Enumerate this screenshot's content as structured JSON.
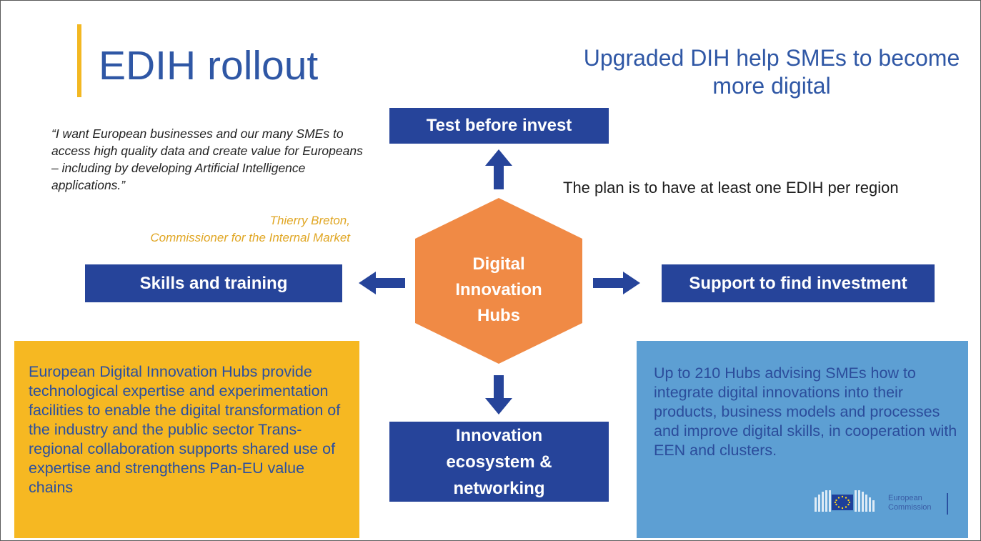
{
  "title": "EDIH rollout",
  "subtitle": "Upgraded DIH help SMEs to become more digital",
  "quote": {
    "text": "“I want European businesses and our many SMEs to access high quality data and create value for Europeans – including by developing Artificial Intelligence applications.”",
    "author_name": "Thierry Breton,",
    "author_role": "Commissioner for the Internal Market"
  },
  "plan_text": "The plan is to have at least one EDIH per region",
  "hub": {
    "line1": "Digital",
    "line2": "Innovation",
    "line3": "Hubs"
  },
  "services": {
    "top": "Test before invest",
    "left": "Skills and training",
    "right": "Support to find investment",
    "bottom_line1": "Innovation",
    "bottom_line2": "ecosystem &",
    "bottom_line3": "networking"
  },
  "edih_description": "European Digital Innovation Hubs provide technological expertise and experimentation facilities to enable the digital transformation of the industry and the public sector Trans-regional collaboration supports shared use of expertise and strengthens Pan-EU value chains",
  "hubs_description": "Up to 210 Hubs advising SMEs how to integrate digital innovations into their products, business models and processes and improve digital skills, in cooperation with EEN and clusters.",
  "logo": {
    "line1": "European",
    "line2": "Commission"
  },
  "colors": {
    "brand_blue": "#2f57a5",
    "box_blue": "#26449a",
    "hub_orange": "#f08a45",
    "accent_yellow": "#f6b822",
    "panel_blue": "#5d9fd3"
  }
}
